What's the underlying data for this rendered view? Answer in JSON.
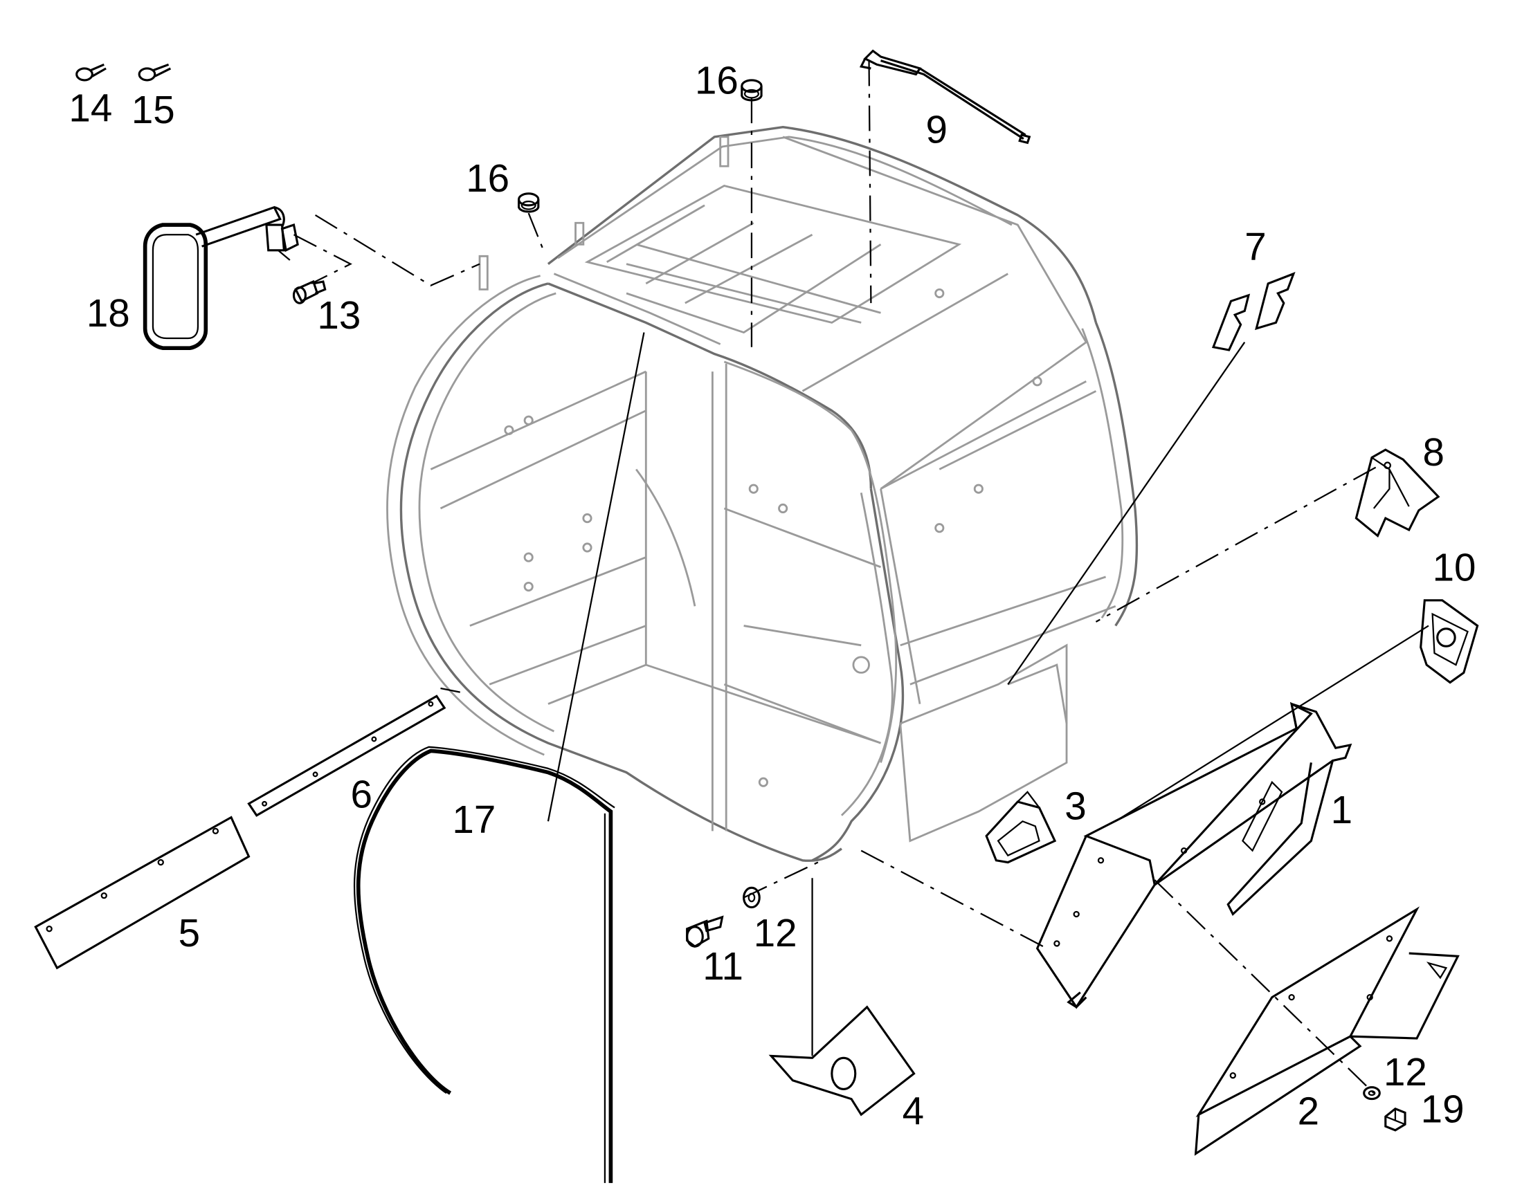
{
  "parts": [
    {
      "id": "1",
      "label": "1"
    },
    {
      "id": "2",
      "label": "2"
    },
    {
      "id": "3",
      "label": "3"
    },
    {
      "id": "4",
      "label": "4"
    },
    {
      "id": "5",
      "label": "5"
    },
    {
      "id": "6",
      "label": "6"
    },
    {
      "id": "7",
      "label": "7"
    },
    {
      "id": "8",
      "label": "8"
    },
    {
      "id": "9",
      "label": "9"
    },
    {
      "id": "10",
      "label": "10"
    },
    {
      "id": "11",
      "label": "11"
    },
    {
      "id": "12a",
      "label": "12"
    },
    {
      "id": "12b",
      "label": "12"
    },
    {
      "id": "13",
      "label": "13"
    },
    {
      "id": "14",
      "label": "14"
    },
    {
      "id": "15",
      "label": "15"
    },
    {
      "id": "16a",
      "label": "16"
    },
    {
      "id": "16b",
      "label": "16"
    },
    {
      "id": "17",
      "label": "17"
    },
    {
      "id": "18",
      "label": "18"
    },
    {
      "id": "19",
      "label": "19"
    }
  ]
}
